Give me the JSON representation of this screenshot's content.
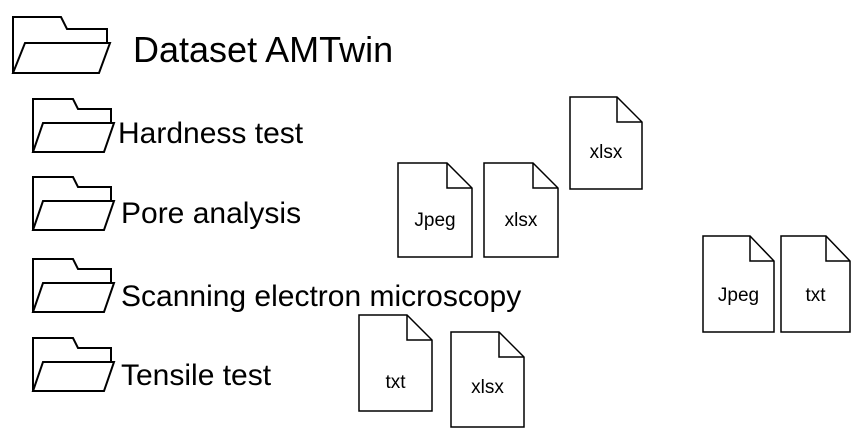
{
  "root": {
    "label": "Dataset AMTwin",
    "icon": "folder-icon"
  },
  "folders": [
    {
      "label": "Hardness test",
      "files": [
        "xlsx"
      ]
    },
    {
      "label": "Pore analysis",
      "files": [
        "Jpeg",
        "xlsx"
      ]
    },
    {
      "label": "Scanning electron microscopy",
      "files": [
        "Jpeg",
        "txt"
      ]
    },
    {
      "label": "Tensile test",
      "files": [
        "txt",
        "xlsx"
      ]
    }
  ],
  "icons": {
    "folder": "folder-icon",
    "file": "file-icon"
  },
  "colors": {
    "stroke": "#000000",
    "fill": "#ffffff",
    "text": "#000000"
  }
}
